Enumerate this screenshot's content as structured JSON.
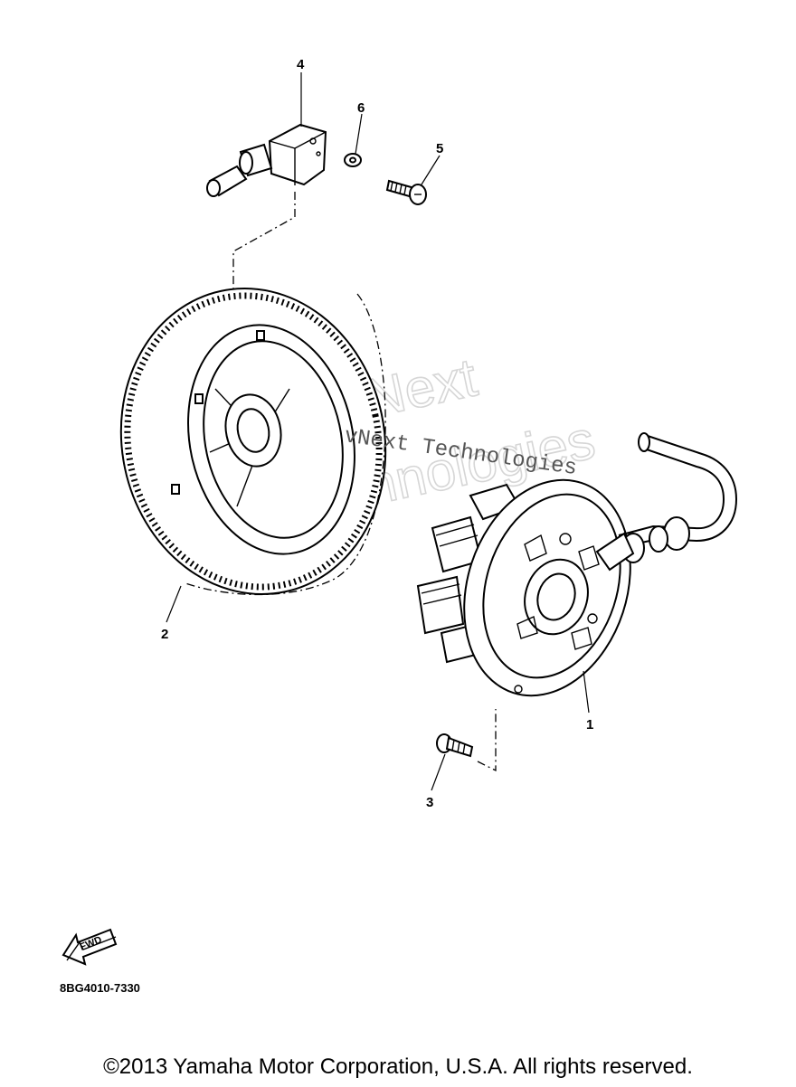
{
  "callouts": {
    "p1": "1",
    "p2": "2",
    "p3": "3",
    "p4": "4",
    "p5": "5",
    "p6": "6"
  },
  "watermark": {
    "outline_line1": "vNext",
    "outline_line2": "Technologies",
    "serif": "vNext Technologies"
  },
  "fwd_label": "FWD",
  "diagram_code": "8BG4010-7330",
  "copyright": "©2013 Yamaha Motor Corporation, U.S.A. All rights reserved."
}
